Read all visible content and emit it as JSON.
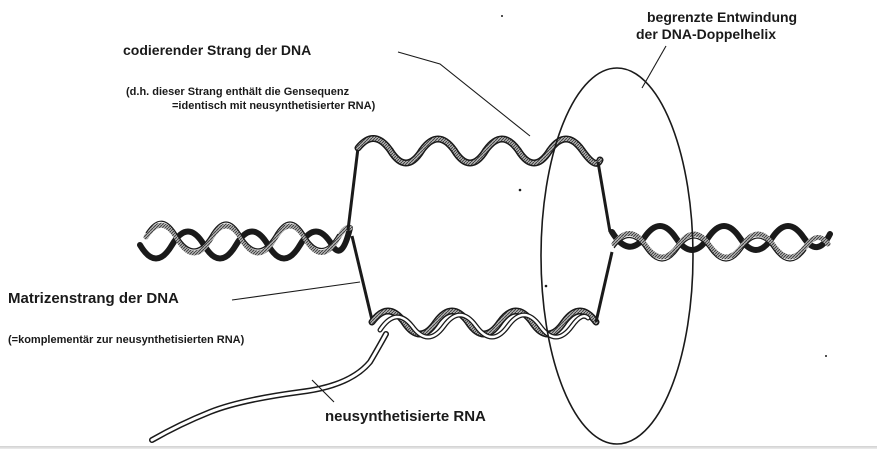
{
  "diagram": {
    "labels": {
      "coding_strand": "codierender Strang der DNA",
      "coding_note_line1": "(d.h. dieser Strang enthält die Gensequenz",
      "coding_note_line2": "=identisch mit neusynthetisierter RNA)",
      "unwinding_line1": "begrenzte Entwindung",
      "unwinding_line2": "der DNA-Doppelhelix",
      "template_strand": "Matrizenstrang der DNA",
      "template_note": "(=komplementär zur neusynthetisierten RNA)",
      "new_rna": "neusynthetisierte RNA"
    },
    "colors": {
      "ink": "#1a1a1a",
      "strand_fill": "#8a8a8a",
      "rna_fill": "#ffffff",
      "background": "#ffffff"
    }
  }
}
